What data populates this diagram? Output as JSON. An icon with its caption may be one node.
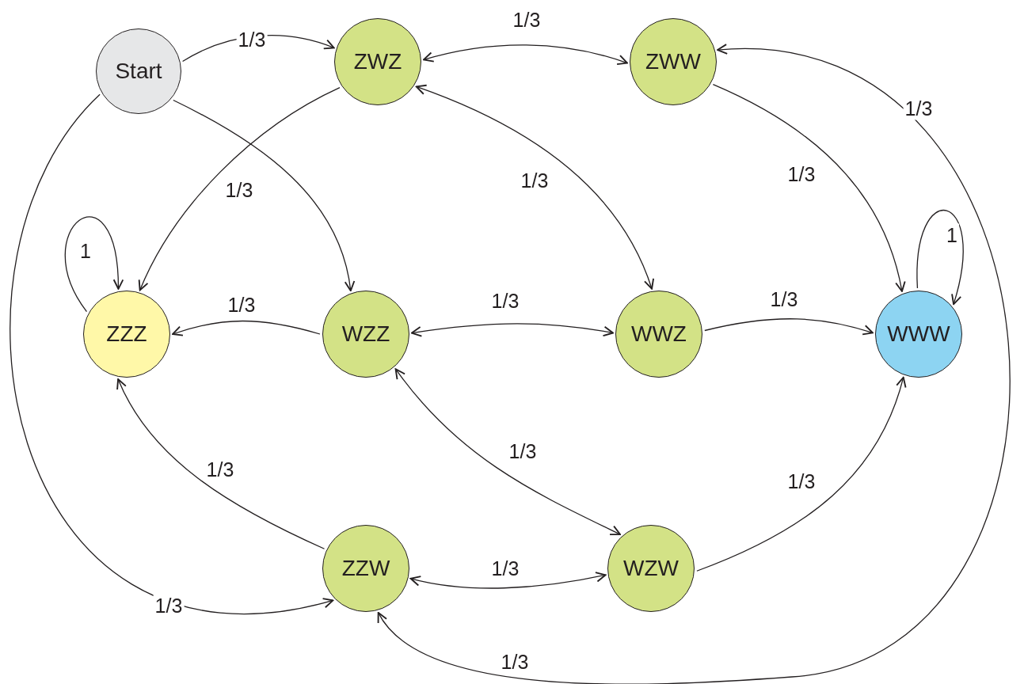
{
  "diagram": {
    "nodes": [
      {
        "text": [
          "Start"
        ]
      },
      {
        "text": [
          "ZWZ"
        ]
      },
      {
        "text": [
          "ZWW"
        ]
      },
      {
        "text": [
          "ZZZ"
        ]
      },
      {
        "text": [
          "WZZ"
        ]
      },
      {
        "text": [
          "WWZ"
        ]
      },
      {
        "text": [
          "WWW"
        ]
      },
      {
        "text": [
          "ZZW"
        ]
      },
      {
        "text": [
          "WZW"
        ]
      }
    ],
    "edges": [
      {
        "from": 0,
        "to": 1,
        "arrow": "to",
        "label": "1/3"
      },
      {
        "from": 0,
        "to": 4,
        "arrow": "to"
      },
      {
        "from": 0,
        "to": 7,
        "arrow": "to",
        "label": "1/3"
      },
      {
        "from": 1,
        "to": 2,
        "arrow": "both",
        "label": "1/3"
      },
      {
        "from": 1,
        "to": 3,
        "arrow": "to",
        "label": "1/3"
      },
      {
        "from": 1,
        "to": 5,
        "arrow": "both",
        "label": "1/3"
      },
      {
        "from": 2,
        "to": 6,
        "arrow": "to",
        "label": "1/3"
      },
      {
        "from": 3,
        "to": 3,
        "arrow": "to",
        "label": "1"
      },
      {
        "from": 6,
        "to": 6,
        "arrow": "to",
        "label": "1"
      },
      {
        "from": 4,
        "to": 3,
        "arrow": "to",
        "label": "1/3"
      },
      {
        "from": 4,
        "to": 5,
        "arrow": "both",
        "label": "1/3"
      },
      {
        "from": 5,
        "to": 6,
        "arrow": "to",
        "label": "1/3"
      },
      {
        "from": 4,
        "to": 8,
        "arrow": "both",
        "label": "1/3"
      },
      {
        "from": 7,
        "to": 3,
        "arrow": "to",
        "label": "1/3"
      },
      {
        "from": 7,
        "to": 8,
        "arrow": "both",
        "label": "1/3"
      },
      {
        "from": 8,
        "to": 6,
        "arrow": "to",
        "label": "1/3"
      },
      {
        "from": 7,
        "to": 2,
        "arrow": "both",
        "label": "1/3"
      }
    ],
    "labels": [
      "1/3"
    ]
  }
}
